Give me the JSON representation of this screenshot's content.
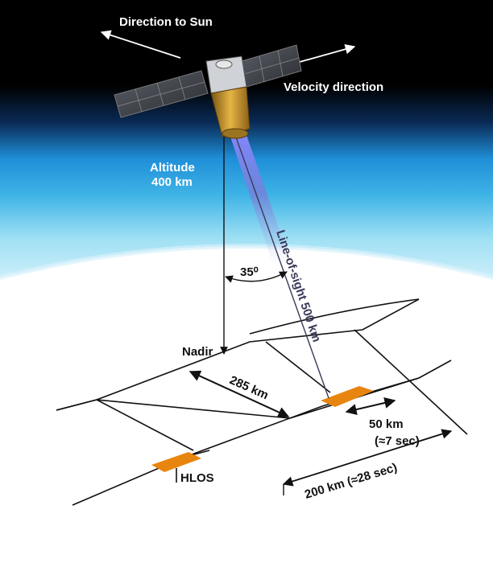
{
  "labels": {
    "sun_direction": "Direction to Sun",
    "velocity_direction": "Velocity direction",
    "altitude_title": "Altitude",
    "altitude_value": "400 km",
    "angle": "35⁰",
    "line_of_sight": "Line-of-sight 500 km",
    "nadir": "Nadir",
    "cross_distance": "285 km",
    "footprint_length": "50 km",
    "footprint_time": "(≈7 sec)",
    "interval": "200 km (≈28 sec)",
    "hlos": "HLOS"
  },
  "colors": {
    "space": "#000000",
    "atmosphere_glow": "#3fb4e6",
    "earth_surface": "#ffffff",
    "footprint": "#e8850f",
    "beam": "#7b7bd8",
    "solar_panel": "#3a3d44",
    "satellite_body": "#c9962a"
  }
}
